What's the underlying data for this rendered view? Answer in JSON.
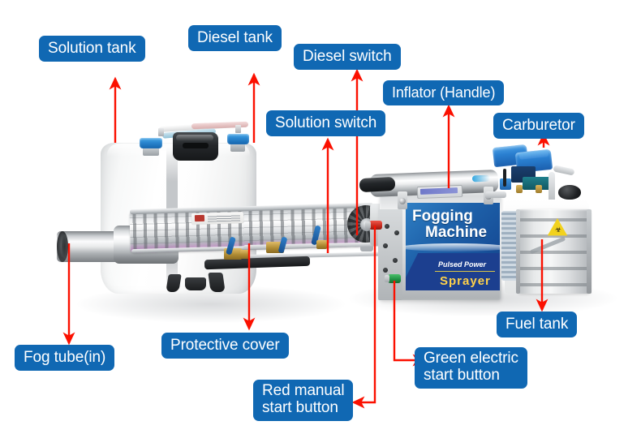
{
  "figure": {
    "kind": "annotated-product-diagram",
    "subject": "Pulsed power fogging machine sprayer with labeled components",
    "background_color": "#ffffff",
    "label_color": "#1068b3",
    "label_text_color": "#ffffff",
    "arrow_color": "#fb1000"
  },
  "labels": [
    {
      "id": "solution-tank",
      "text": "Solution tank"
    },
    {
      "id": "diesel-tank",
      "text": "Diesel tank"
    },
    {
      "id": "diesel-switch",
      "text": "Diesel switch"
    },
    {
      "id": "inflator-handle",
      "text": "Inflator (Handle)"
    },
    {
      "id": "solution-switch",
      "text": "Solution switch"
    },
    {
      "id": "carburetor",
      "text": "Carburetor"
    },
    {
      "id": "fuel-tank",
      "text": "Fuel tank"
    },
    {
      "id": "fog-tube",
      "text": "Fog tube(in)"
    },
    {
      "id": "protective-cover",
      "text": "Protective cover"
    },
    {
      "id": "green-electric-start",
      "text": "Green electric\nstart button"
    },
    {
      "id": "red-manual-start",
      "text": "Red manual\nstart button"
    }
  ],
  "product": {
    "brand_line1": "Fogging",
    "brand_line2": "Machine",
    "tagline": "Pulsed Power",
    "product_word": "Sprayer",
    "hazard_symbol": "☣"
  }
}
